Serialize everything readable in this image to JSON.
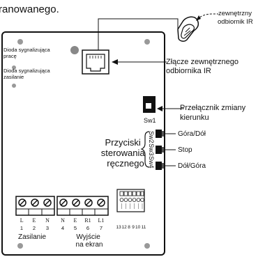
{
  "top_text": "ranowanego.",
  "ir_receiver_label": [
    "zewnętrzny",
    "odbiornik IR"
  ],
  "connector_label": [
    "Złącze zewnętrznego",
    "odbiornika IR"
  ],
  "led_work_label": [
    "Dioda sygnalizująca",
    "pracę"
  ],
  "led_power_label": [
    "Dioda sygnalizująca",
    "zasilanie"
  ],
  "direction_switch_label": [
    "Przełącznik zmiany",
    "kierunku"
  ],
  "sw1_label": "Sw1",
  "manual_buttons_label": [
    "Przyciski",
    "sterowania",
    "ręcznego"
  ],
  "buttons": [
    {
      "sw": "Sw2",
      "label": "Góra/Dół"
    },
    {
      "sw": "Sw3",
      "label": "Stop"
    },
    {
      "sw": "Sw4",
      "label": "Dół/Góra"
    }
  ],
  "terminals_power": {
    "letters": [
      "L",
      "E",
      "N"
    ],
    "numbers": [
      "1",
      "2",
      "3"
    ]
  },
  "terminals_output": {
    "letters": [
      "N",
      "E",
      "R1",
      "L1"
    ],
    "numbers": [
      "4",
      "5",
      "6",
      "7"
    ]
  },
  "connector_numbers": [
    "13",
    "12",
    "8",
    "9",
    "10",
    "11"
  ],
  "power_label": "Zasilanie",
  "output_label": [
    "Wyjście",
    "na ekran"
  ]
}
